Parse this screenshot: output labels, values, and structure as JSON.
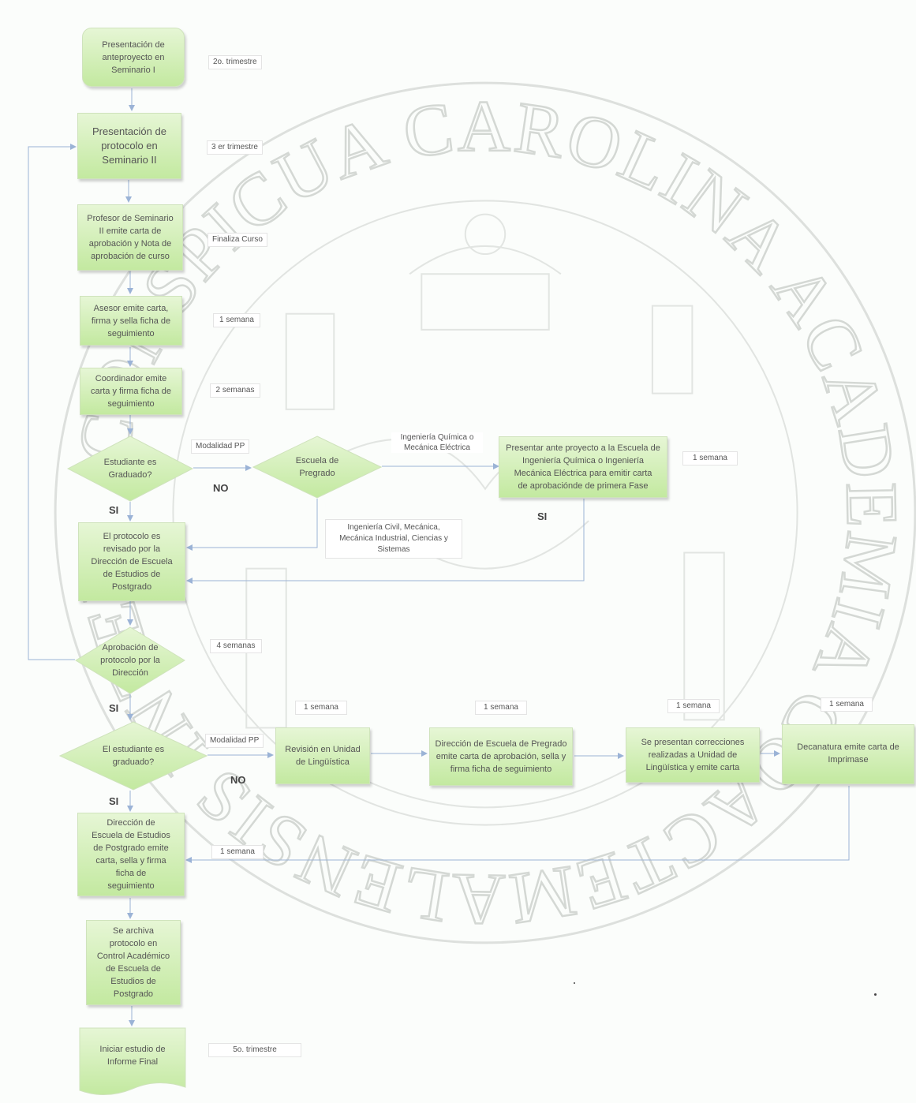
{
  "colors": {
    "node_fill_top": "#e6f6d5",
    "node_fill_bottom": "#c3e9a0",
    "connector": "#9bb3d6",
    "watermark": "#d4d8d4"
  },
  "watermark": {
    "text": "CONSPICUA CAROLINA ACADEMIA COACTEMALENSIS INTER"
  },
  "nodes": {
    "n1": "Presentación de\nanteproyecto en\nSeminario I",
    "n2": "Presentación de\nprotocolo en\nSeminario II",
    "n3": "Profesor de Seminario\nII emite carta de\naprobación y Nota de\naprobación de curso",
    "n4": "Asesor emite carta,\nfirma y sella ficha de\nseguimiento",
    "n5": "Coordinador emite\ncarta y firma ficha de\nseguimiento",
    "n6": "Estudiante es\nGraduado?",
    "n7": "Escuela de\nPregrado",
    "n8": "Presentar ante proyecto a la Escuela de\nIngeniería Química o Ingeniería\nMecánica Eléctrica para emitir carta\nde aprobaciónde de primera Fase",
    "n9": "El protocolo es\nrevisado por la\nDirección de Escuela\nde Estudios de\nPostgrado",
    "n10": "Aprobación de\nprotocolo por la\nDirección",
    "n11": "El estudiante es\ngraduado?",
    "n12": "Revisión en Unidad\nde Lingüística",
    "n13": "Dirección de Escuela de Pregrado\nemite carta de aprobación, sella y\nfirma ficha de seguimiento",
    "n14": "Se presentan correcciones\nrealizadas a Unidad de\nLingüística y emite carta",
    "n15": "Decanatura emite carta de\nImprimase",
    "n16": "Dirección de\nEscuela de Estudios\nde Postgrado emite\ncarta, sella y firma\nficha de\nseguimiento",
    "n17": "Se archiva\nprotocolo en\nControl Académico\nde Escuela de\nEstudios de\nPostgrado",
    "n18": "Iniciar estudio de\nInforme Final"
  },
  "notes": {
    "t1": "2o. trimestre",
    "t2": "3 er trimestre",
    "t3": "Finaliza Curso",
    "t4": "1 semana",
    "t5": "2 semanas",
    "t6": "Modalidad PP",
    "t7": "Ingeniería Química o\nMecánica Eléctrica",
    "t8": "1 semana",
    "t9": "Ingeniería Civil, Mecánica,\nMecánica Industrial, Ciencias y\nSistemas",
    "t10": "4 semanas",
    "t11": "1 semana",
    "t12": "1 semana",
    "t13": "1 semana",
    "t14": "1 semana",
    "t15": "Modalidad PP",
    "t16": "1 semana",
    "t17": "5o. trimestre"
  },
  "labels": {
    "si1": "SI",
    "no1": "NO",
    "si2": "SI",
    "si3": "SI",
    "si4": "SI",
    "no2": "NO"
  }
}
